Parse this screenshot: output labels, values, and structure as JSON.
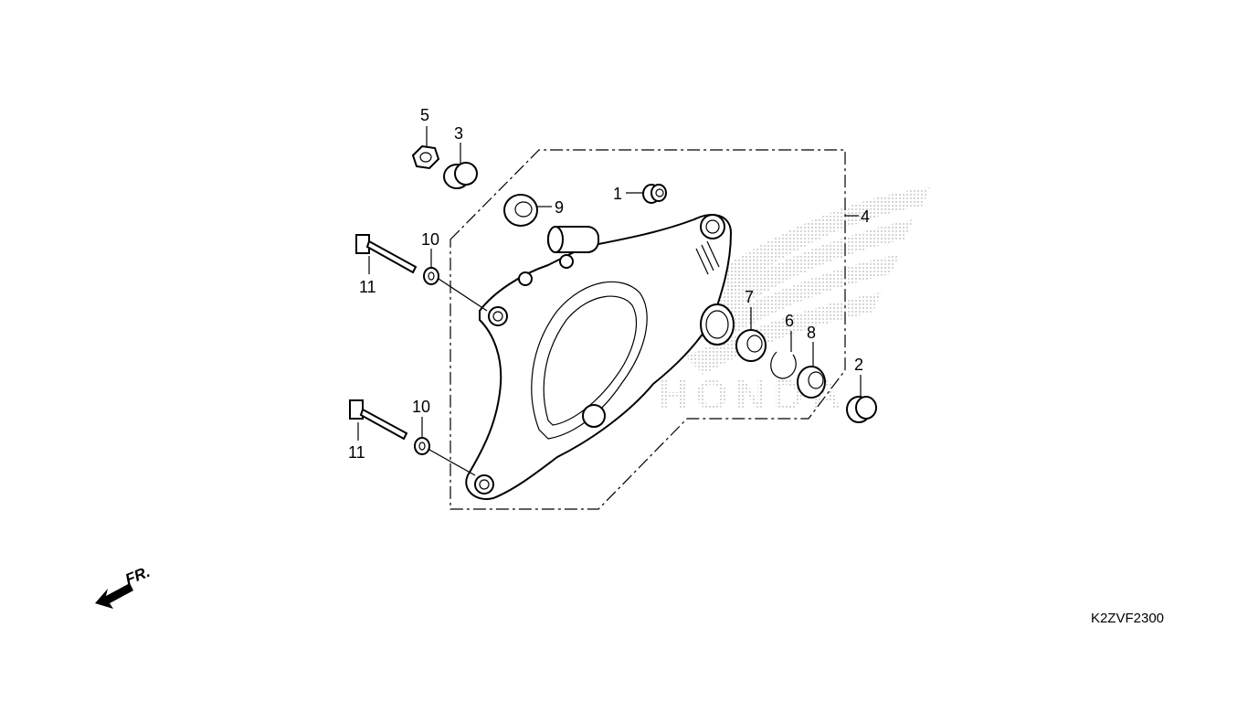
{
  "diagram": {
    "drawing_code": "K2ZVF2300",
    "front_indicator": "FR.",
    "brand_watermark": "HONDA",
    "callouts": [
      {
        "id": "c1",
        "label": "1"
      },
      {
        "id": "c2",
        "label": "2"
      },
      {
        "id": "c3",
        "label": "3"
      },
      {
        "id": "c4",
        "label": "4"
      },
      {
        "id": "c5",
        "label": "5"
      },
      {
        "id": "c6",
        "label": "6"
      },
      {
        "id": "c7",
        "label": "7"
      },
      {
        "id": "c8",
        "label": "8"
      },
      {
        "id": "c9",
        "label": "9"
      },
      {
        "id": "c10a",
        "label": "10"
      },
      {
        "id": "c10b",
        "label": "10"
      },
      {
        "id": "c11a",
        "label": "11"
      },
      {
        "id": "c11b",
        "label": "11"
      }
    ]
  }
}
